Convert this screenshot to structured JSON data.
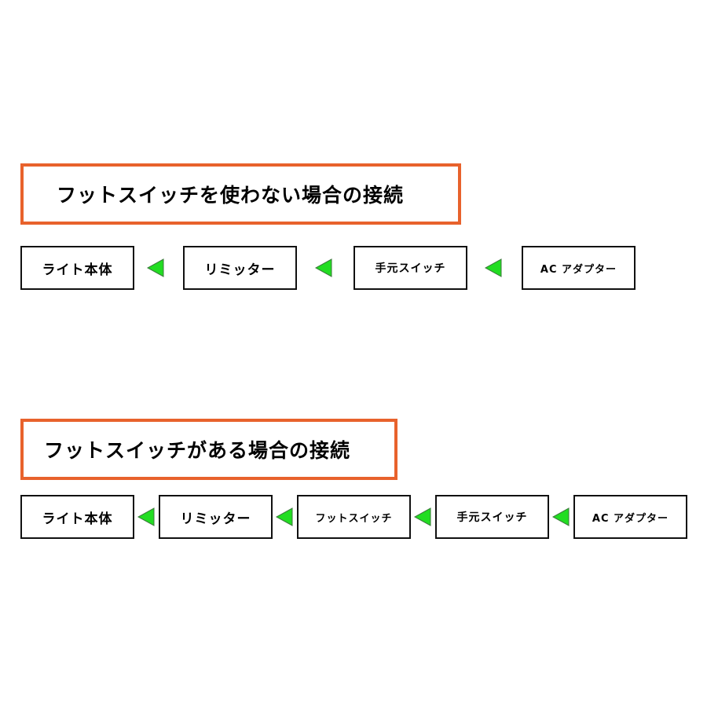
{
  "colors": {
    "title_border": "#e8622c",
    "node_border": "#111111",
    "arrow_fill": "#22dd22",
    "arrow_stroke": "#3a7a3a"
  },
  "sections": [
    {
      "title": "フットスイッチを使わない場合の接続",
      "nodes": [
        "ライト本体",
        "リミッター",
        "手元スイッチ",
        "AC アダプター"
      ],
      "arrow_direction": "left"
    },
    {
      "title": "フットスイッチがある場合の接続",
      "nodes": [
        "ライト本体",
        "リミッター",
        "フットスイッチ",
        "手元スイッチ",
        "AC アダプター"
      ],
      "arrow_direction": "left"
    }
  ]
}
